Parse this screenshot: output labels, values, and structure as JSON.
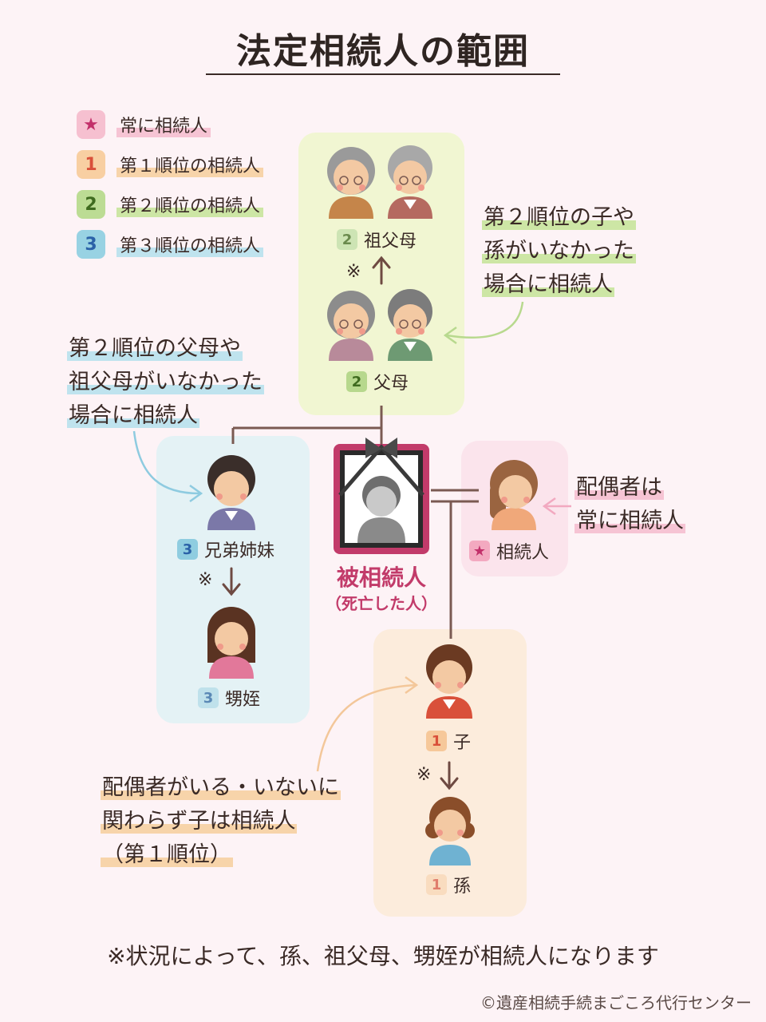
{
  "title": "法定相続人の範囲",
  "legend": [
    {
      "symbol": "★",
      "label": "常に相続人"
    },
    {
      "symbol": "1",
      "label": "第１順位の相続人"
    },
    {
      "symbol": "2",
      "label": "第２順位の相続人"
    },
    {
      "symbol": "3",
      "label": "第３順位の相続人"
    }
  ],
  "people": {
    "grandparents": {
      "rank": "2",
      "label": "祖父母"
    },
    "parents": {
      "rank": "2",
      "label": "父母"
    },
    "siblings": {
      "rank": "3",
      "label": "兄弟姉妹"
    },
    "nephews": {
      "rank": "3",
      "label": "甥姪"
    },
    "spouse": {
      "symbol": "★",
      "label": "相続人"
    },
    "child": {
      "rank": "1",
      "label": "子"
    },
    "grandchild": {
      "rank": "1",
      "label": "孫"
    }
  },
  "deceased": {
    "name": "被相続人",
    "sub": "（死亡した人）"
  },
  "note_mark": "※",
  "annotations": {
    "grandparents": [
      "第２順位の子や",
      "孫がいなかった",
      "場合に相続人"
    ],
    "siblings": [
      "第２順位の父母や",
      "祖父母がいなかった",
      "場合に相続人"
    ],
    "spouse": [
      "配偶者は",
      "常に相続人"
    ],
    "child": [
      "配偶者がいる・いないに",
      "関わらず子は相続人",
      "（第１順位）"
    ]
  },
  "footnote": "※状況によって、孫、祖父母、甥姪が相続人になります",
  "copyright": "©遺産相続手続まごころ代行センター",
  "colors": {
    "background": "#fdf3f6",
    "accent": "#c23b6a",
    "line": "#6e4a42"
  }
}
